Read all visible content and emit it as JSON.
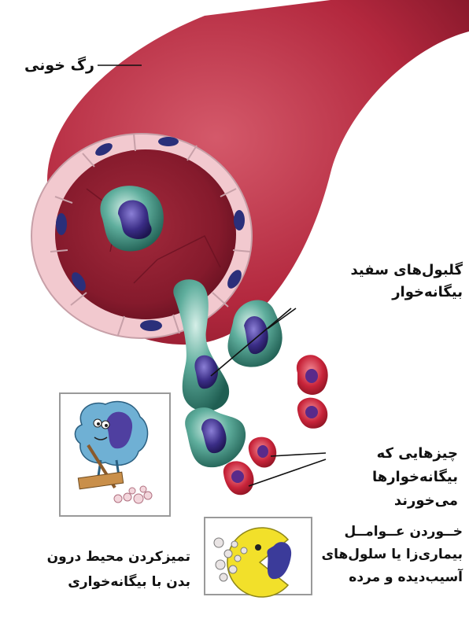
{
  "labels": {
    "vessel": "رگ خونی",
    "phagocytes": [
      "گلبول‌های سفید",
      "بیگانه‌خوار"
    ],
    "eaten_things": [
      "چیزهایی که",
      "بیگانه‌خوارها",
      "می‌خورند"
    ],
    "eating_pathogens": [
      "خــوردن عــوامــل",
      "بیماری‌زا یا سلول‌های",
      "آسیب‌دیده و مرده"
    ],
    "cleaning": [
      "تمیزکردن محیط درون",
      "بدن با بیگانه‌خواری"
    ]
  },
  "colors": {
    "vessel_wall": "#b3283e",
    "vessel_inner": "#8e1e30",
    "endothelium": "#f2c9cf",
    "phagocyte": "#2e8a78",
    "nucleus": "#3a2d86",
    "red_cell": "#c8243a",
    "pacman": "#f2e02a"
  },
  "icons": [
    "blood-vessel",
    "white-blood-cell",
    "broom-cell-cartoon",
    "pacman-phagocyte",
    "debris-particles"
  ]
}
